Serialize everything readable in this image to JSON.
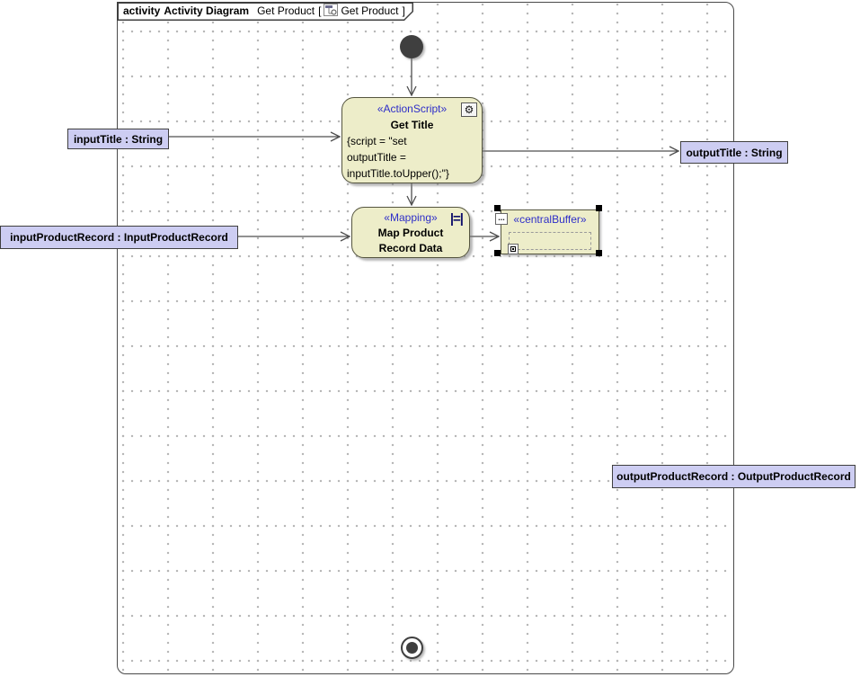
{
  "header": {
    "keyword": "activity",
    "diagram_type": "Activity Diagram",
    "diagram_name": "Get Product",
    "open_bracket": "[",
    "context_name": "Get Product",
    "close_bracket": "]"
  },
  "nodes": {
    "get_title": {
      "stereotype": "«ActionScript»",
      "name": "Get Title",
      "script_lines": [
        "{script = \"set",
        "outputTitle =",
        "inputTitle.toUpper();\"}"
      ]
    },
    "map_product": {
      "stereotype": "«Mapping»",
      "name_lines": [
        "Map Product",
        "Record Data"
      ]
    },
    "central_buffer": {
      "stereotype": "«centralBuffer»"
    }
  },
  "parameters": {
    "input_title": "inputTitle : String",
    "output_title": "outputTitle : String",
    "input_product_record": "inputProductRecord : InputProductRecord",
    "output_product_record": "outputProductRecord : OutputProductRecord"
  },
  "icons": {
    "gear_glyph": "⚙",
    "mapping_glyph": "|=|",
    "dots_glyph": "..."
  },
  "colors": {
    "node_fill": "#EDEDC9",
    "node_border": "#55553F",
    "param_fill": "#CDCDF2",
    "stereotype_text": "#2E2EC9",
    "edge": "#4F4F4F",
    "selection_handle": "#000000",
    "grid_dot": "#B5B5B5"
  }
}
